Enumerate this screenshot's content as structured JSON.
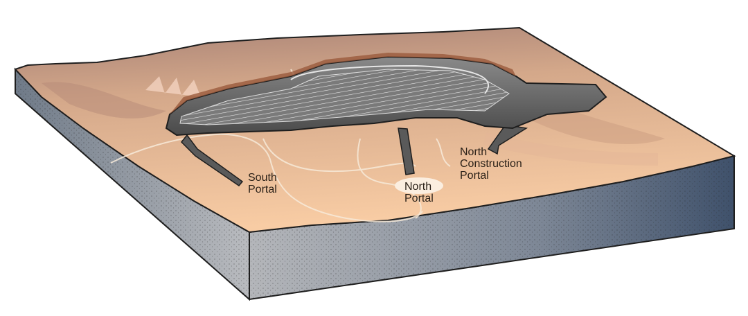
{
  "labels": {
    "south_portal": [
      "South",
      "Portal"
    ],
    "north_portal": [
      "North",
      "Portal"
    ],
    "north_construction_portal": [
      "North",
      "Construction",
      "Portal"
    ]
  },
  "colors": {
    "terrain_dark": "#b08c7c",
    "terrain_light": "#f6c9a2",
    "repository": "#6b6b6b",
    "block_side": "#9aa0a8",
    "block_side_dark": "#4c5d74",
    "outline": "#1e1e1e"
  }
}
